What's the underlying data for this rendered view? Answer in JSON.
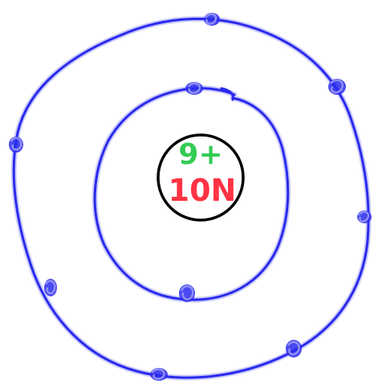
{
  "nucleus": {
    "protons_label": "9+",
    "neutrons_label": "10N",
    "outline_color": "#000000",
    "protons_color": "#33cc55",
    "neutrons_color": "#ff3344"
  },
  "shells": [
    {
      "shell": 1,
      "electron_count": 2
    },
    {
      "shell": 2,
      "electron_count": 7
    }
  ],
  "colors": {
    "shell_stroke": "#2a2aee",
    "shell_halo": "#8f8ff5",
    "electron": "#2a2aee"
  }
}
